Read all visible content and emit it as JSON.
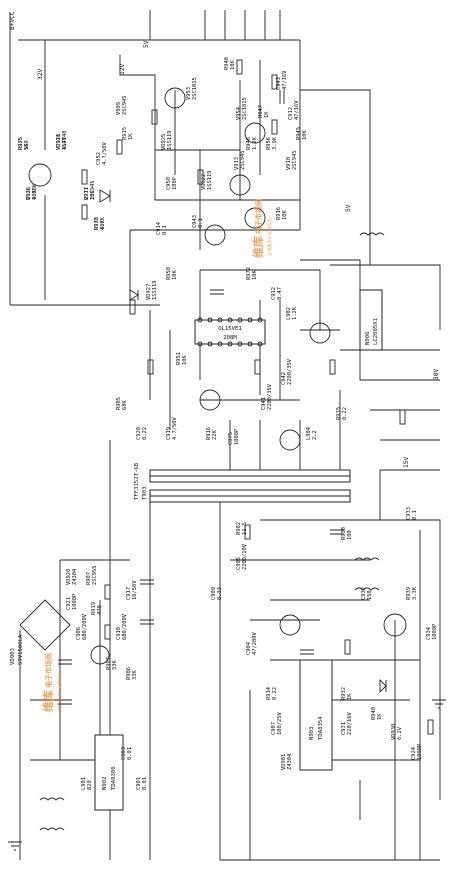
{
  "rail_labels": {
    "b_vcc": "B+VCC",
    "v32": "32V",
    "v5": "5V",
    "v12": "12V",
    "v5b": "5V",
    "v30": "30V",
    "v15": "15V"
  },
  "ic_labels": {
    "ic_mid": "OL15VE1",
    "ic_mid_sub": "208M",
    "ic_right": "N906",
    "ic_right_sub": "LC2005X1",
    "ic_bottom": "N903",
    "ic_bottom_sub": "TDA8354",
    "ic_left": "N902",
    "ic_left_sub": "TDA8380",
    "bridge": "VD903",
    "bridge_sub": "STV1506LA",
    "transformer": "T903",
    "transformer_sub": "TFF3152T-6B"
  },
  "part_labels": [
    "R975\n1K",
    "VD926\n4.7V",
    "V926\n4.3BK",
    "R977\n10K",
    "R978\n10K",
    "C952\n4.7/50V",
    "R948\n10K",
    "C943\n47/16V",
    "R946\n1.2K",
    "V953\n2SC1815",
    "VD925\n1SS119",
    "V954\n2SC1815",
    "R956\n3.9K",
    "R947\n1K",
    "V913\n2SC945",
    "C912\n47/16V",
    "R945\n10K",
    "V910\n2SC945",
    "VD922\n1SS119",
    "C950\n100P",
    "R916\n10K",
    "C943\n0.1",
    "V909\n2SC945",
    "R915\n1K",
    "C914\n0.1",
    "R950\n10K",
    "R972\n10K",
    "VD927\n1SS119",
    "C912\n0.47",
    "L902\n1.2K",
    "R951\n10K",
    "C941\n2200/35V",
    "C942\n2200/35V",
    "R905\n68K",
    "C920\n0.22",
    "C919\n4.7/50V",
    "R916\n22K",
    "C975\n1000P",
    "L904\n2.2",
    "R935\n0.22",
    "VD920\nZ4304",
    "R907\n2SC955",
    "C921\n1000P",
    "R919\n470",
    "C917\n10/50V",
    "C906\n680/200V",
    "C910\n680/200V",
    "R906\n33K",
    "R907\n33K",
    "C903\n0.01",
    "C901\n0.01",
    "L901\n820",
    "R902\n11.5",
    "C905\n2200/10V",
    "C909\n0.33",
    "C904\n47/200V",
    "R914\n0.22",
    "C907\n100/25V",
    "VD901\nZ4304",
    "R932\n1K",
    "C931\n220/16V",
    "R940\n1K",
    "VD930\n6.2V",
    "C924\n1000P",
    "R938\n100",
    "C932\n150",
    "R939\n3.3K",
    "C933\n0.1",
    "C934\n1000P",
    "R935\n560",
    "VD911\n1N4148",
    "R936\n10K",
    "V911\n2SC945",
    "R933\n4.7K"
  ],
  "watermarks": {
    "top_brand": "维库",
    "top_tagline": "电子市场网",
    "top_sub": "全球最大IC采购网站",
    "bottom_brand": "维库",
    "bottom_tagline": "电子市场网",
    "bottom_sub": "全球最大IC采购网站"
  },
  "colors": {
    "ink": "#222222",
    "watermark": "#e8872a",
    "background": "#ffffff"
  }
}
